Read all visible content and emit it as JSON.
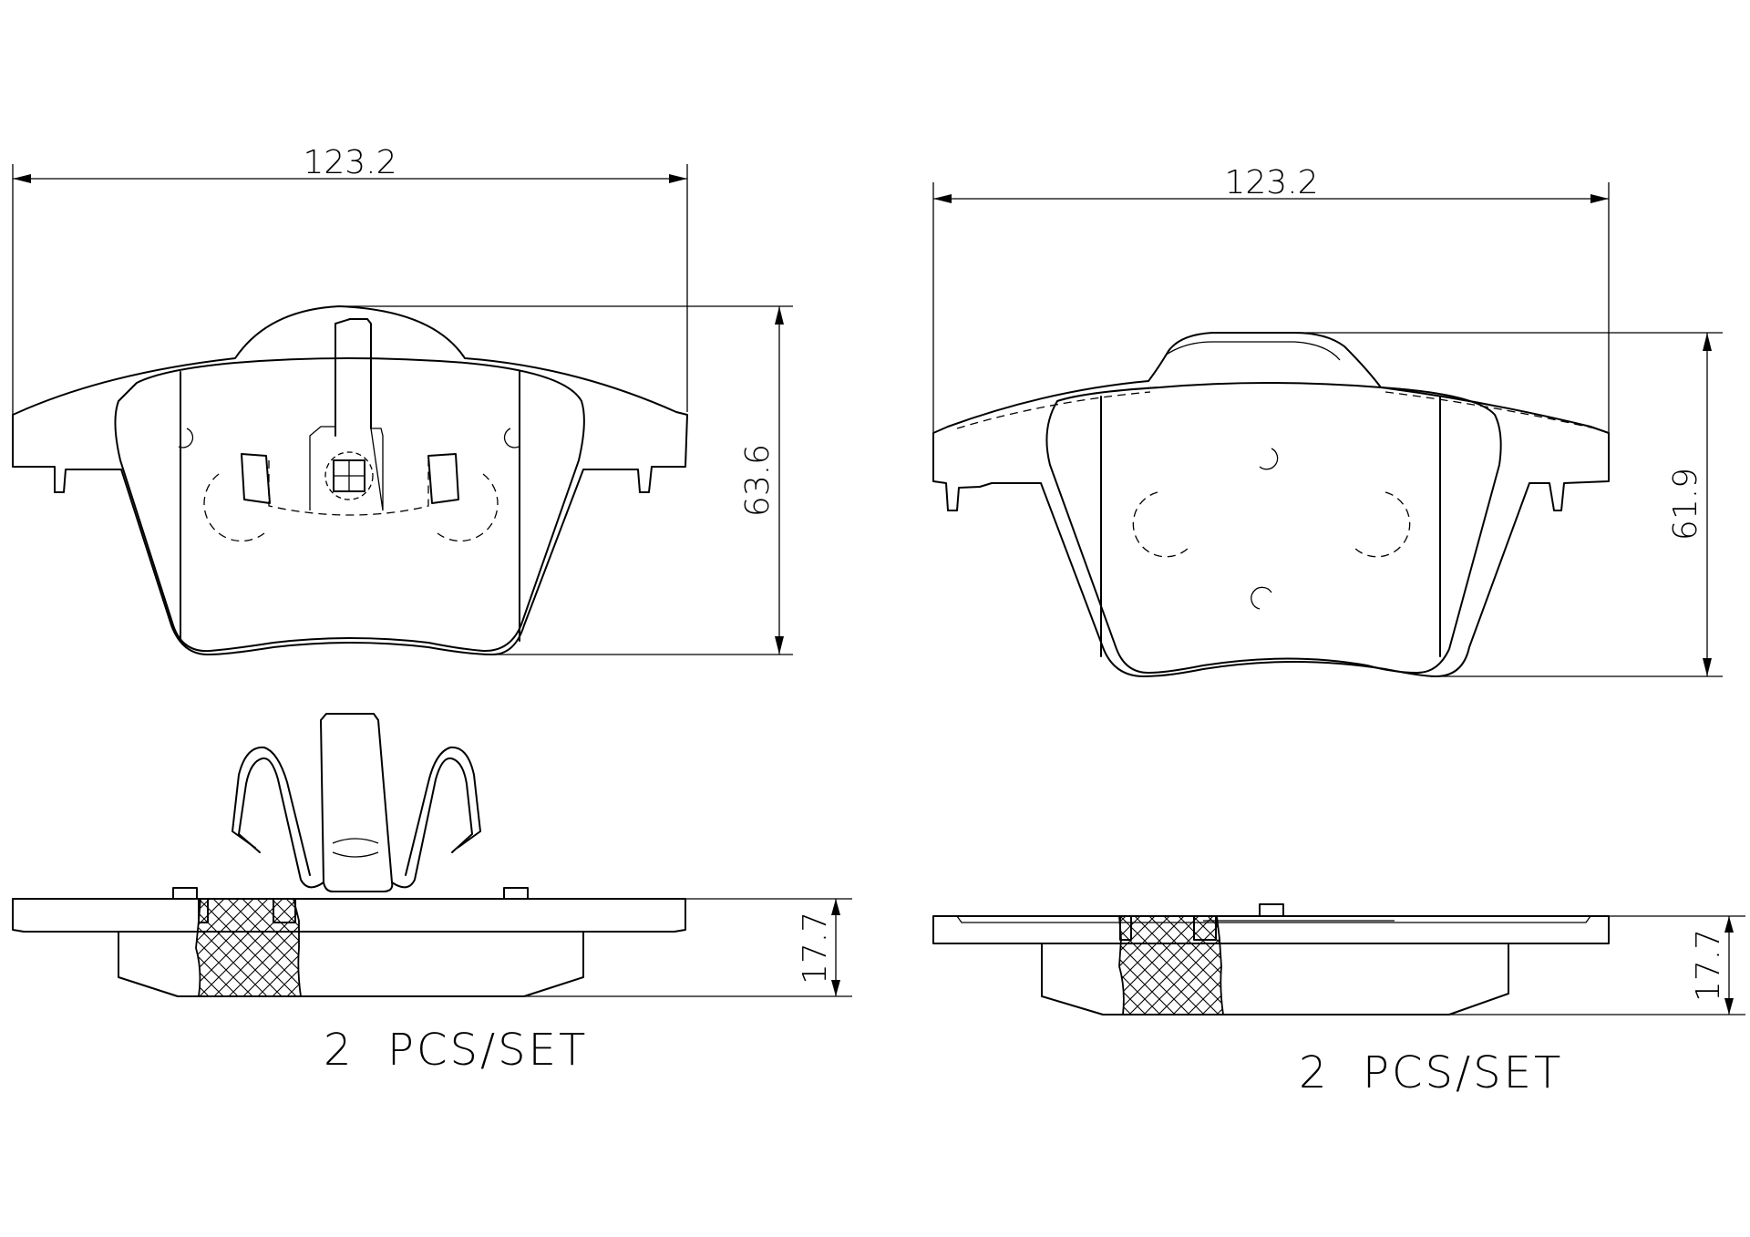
{
  "views": {
    "left": {
      "width_label": "123.2",
      "height_label": "63.6",
      "thickness_label": "17.7",
      "quantity_label": "2  PCS/SET"
    },
    "right": {
      "width_label": "123.2",
      "height_label": "61.9",
      "thickness_label": "17.7",
      "quantity_label": "2  PCS/SET"
    }
  },
  "colors": {
    "line": "#000000",
    "background": "#ffffff"
  }
}
